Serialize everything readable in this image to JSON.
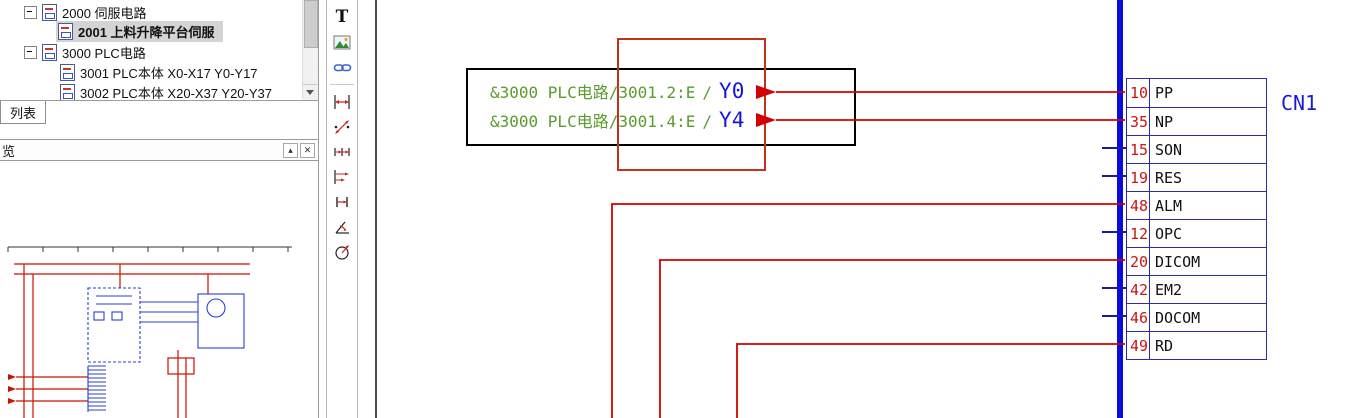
{
  "tree": {
    "items": [
      {
        "label": "2000 伺服电路"
      },
      {
        "label": "2001 上料升降平台伺服"
      },
      {
        "label": "3000 PLC电路"
      },
      {
        "label": "3001 PLC本体 X0-X17 Y0-Y17"
      },
      {
        "label": "3002 PLC本体 X20-X37 Y20-Y37"
      }
    ],
    "tab_label": "列表"
  },
  "preview": {
    "header_label": "览",
    "collapse_icon": "▴",
    "close_icon": "✕"
  },
  "toolbar": {
    "text_glyph": "T",
    "tools": [
      "text-tool",
      "image-tool",
      "hyperlink-tool",
      "linear-dimension-tool",
      "aligned-dimension-tool",
      "continued-dimension-tool",
      "baseline-dimension-tool",
      "ordinate-dimension-tool",
      "angular-dimension-tool",
      "radial-dimension-tool"
    ]
  },
  "schematic": {
    "cross_refs": [
      {
        "path": "&3000 PLC电路/3001.2:E",
        "separator": "/",
        "signal": "Y0"
      },
      {
        "path": "&3000 PLC电路/3001.4:E",
        "separator": "/",
        "signal": "Y4"
      }
    ],
    "connector": {
      "name": "CN1",
      "pins": [
        {
          "num": "10",
          "label": "PP"
        },
        {
          "num": "35",
          "label": "NP"
        },
        {
          "num": "15",
          "label": "SON"
        },
        {
          "num": "19",
          "label": "RES"
        },
        {
          "num": "48",
          "label": "ALM"
        },
        {
          "num": "12",
          "label": "OPC"
        },
        {
          "num": "20",
          "label": "DICOM"
        },
        {
          "num": "42",
          "label": "EM2"
        },
        {
          "num": "46",
          "label": "DOCOM"
        },
        {
          "num": "49",
          "label": "RD"
        }
      ]
    },
    "colors": {
      "wire": "#d40000",
      "bus": "#0b0bdc",
      "ref_path": "#5b9b2e",
      "signal": "#1515dd",
      "selection": "#c2331c",
      "table_border": "#2b2bb0"
    }
  }
}
